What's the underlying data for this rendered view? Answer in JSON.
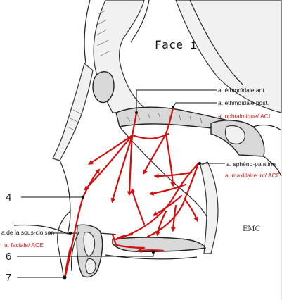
{
  "title": "Face interne",
  "watermark": "EMC",
  "labels": {
    "ethmoidale_ant": "a. éthmoïdale ant.",
    "ethmoidale_post": "a. éthmoïdale post.",
    "ophtalmique": "a. ophtalmique/ ACI",
    "spheno_palatine": "a. sphéno-palatine",
    "maxillaire": "a. maxillaire int/ ACE",
    "sous_cloison": "a.de la sous-cloison",
    "faciale": "a. faciale/ ACE",
    "num_4": "4",
    "num_6": "6",
    "num_7": "7"
  },
  "colors": {
    "vessel": "#d20f0f",
    "label_red": "#d11a1a",
    "label_black": "#111111"
  }
}
